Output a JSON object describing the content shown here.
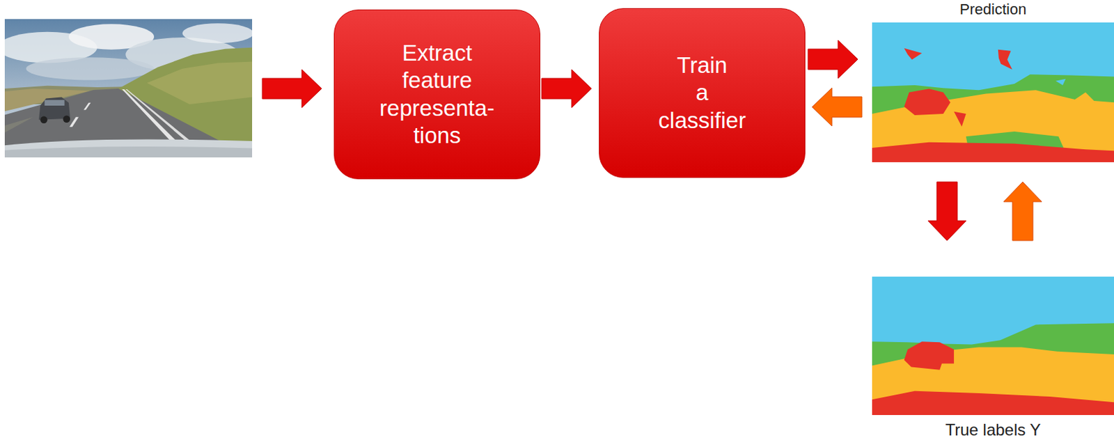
{
  "diagram": {
    "nodes": [
      {
        "text": [
          "Extract feature representa- tions"
        ]
      },
      {
        "text": [
          "Train a classifier"
        ]
      },
      {
        "text": [
          "Prediction"
        ]
      },
      {
        "text": [
          "True labels Y"
        ]
      }
    ],
    "edges": [
      {
        "from": 0,
        "to": 1,
        "arrow": "to"
      },
      {
        "from": 1,
        "to": 2,
        "arrow": "to"
      },
      {
        "from": 2,
        "to": 1,
        "arrow": "to"
      },
      {
        "from": 2,
        "to": 3,
        "arrow": "to"
      },
      {
        "from": 3,
        "to": 2,
        "arrow": "to"
      }
    ]
  }
}
